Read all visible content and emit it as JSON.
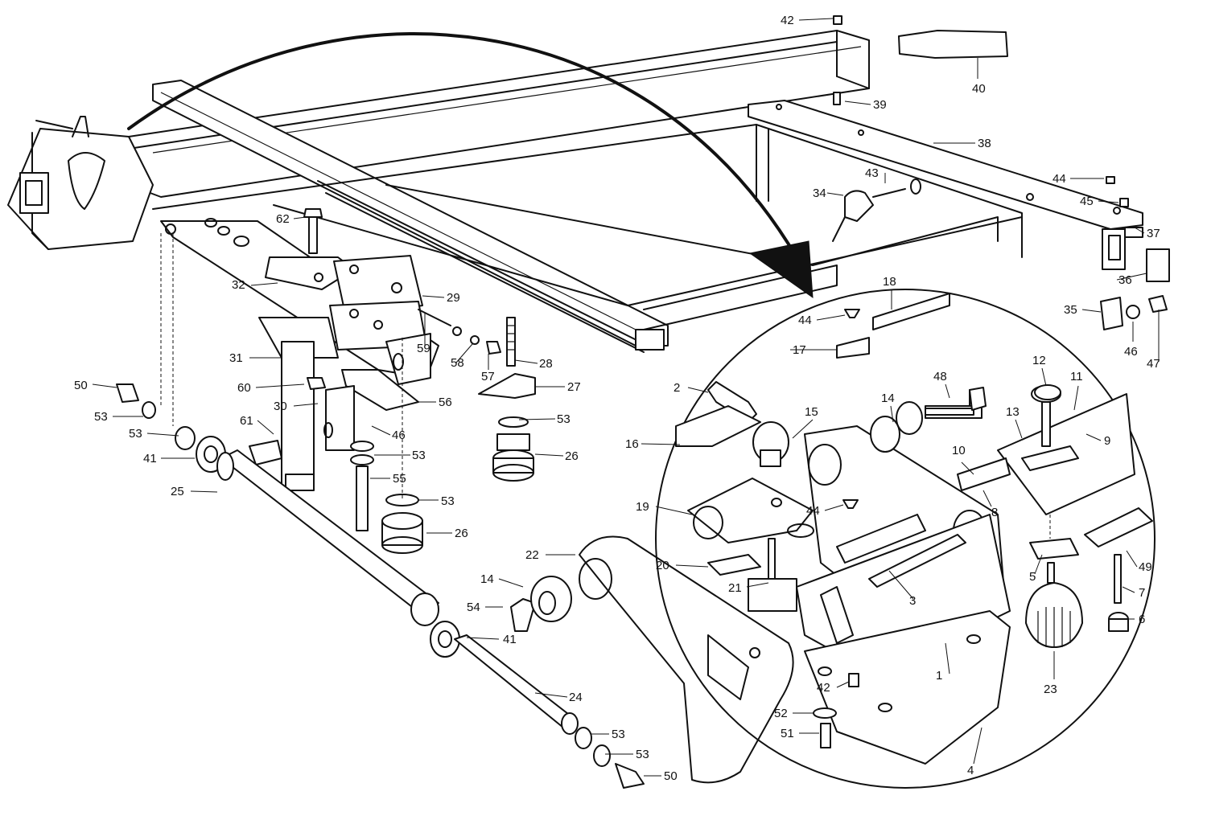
{
  "callouts": [
    {
      "label": "1"
    },
    {
      "label": "2"
    },
    {
      "label": "3"
    },
    {
      "label": "4"
    },
    {
      "label": "5"
    },
    {
      "label": "6"
    },
    {
      "label": "7"
    },
    {
      "label": "8"
    },
    {
      "label": "9"
    },
    {
      "label": "10"
    },
    {
      "label": "11"
    },
    {
      "label": "12"
    },
    {
      "label": "13"
    },
    {
      "label": "14"
    },
    {
      "label": "14"
    },
    {
      "label": "15"
    },
    {
      "label": "16"
    },
    {
      "label": "17"
    },
    {
      "label": "18"
    },
    {
      "label": "19"
    },
    {
      "label": "20"
    },
    {
      "label": "21"
    },
    {
      "label": "22"
    },
    {
      "label": "23"
    },
    {
      "label": "24"
    },
    {
      "label": "25"
    },
    {
      "label": "26"
    },
    {
      "label": "26"
    },
    {
      "label": "27"
    },
    {
      "label": "28"
    },
    {
      "label": "29"
    },
    {
      "label": "30"
    },
    {
      "label": "31"
    },
    {
      "label": "32"
    },
    {
      "label": "34"
    },
    {
      "label": "35"
    },
    {
      "label": "36"
    },
    {
      "label": "37"
    },
    {
      "label": "38"
    },
    {
      "label": "39"
    },
    {
      "label": "40"
    },
    {
      "label": "41"
    },
    {
      "label": "41"
    },
    {
      "label": "42"
    },
    {
      "label": "42"
    },
    {
      "label": "43"
    },
    {
      "label": "44"
    },
    {
      "label": "44"
    },
    {
      "label": "44"
    },
    {
      "label": "45"
    },
    {
      "label": "46"
    },
    {
      "label": "46"
    },
    {
      "label": "47"
    },
    {
      "label": "48"
    },
    {
      "label": "49"
    },
    {
      "label": "50"
    },
    {
      "label": "50"
    },
    {
      "label": "51"
    },
    {
      "label": "52"
    },
    {
      "label": "53"
    },
    {
      "label": "53"
    },
    {
      "label": "53"
    },
    {
      "label": "53"
    },
    {
      "label": "53"
    },
    {
      "label": "53"
    },
    {
      "label": "53"
    },
    {
      "label": "54"
    },
    {
      "label": "55"
    },
    {
      "label": "56"
    },
    {
      "label": "57"
    },
    {
      "label": "58"
    },
    {
      "label": "59"
    },
    {
      "label": "60"
    },
    {
      "label": "61"
    },
    {
      "label": "62"
    }
  ]
}
